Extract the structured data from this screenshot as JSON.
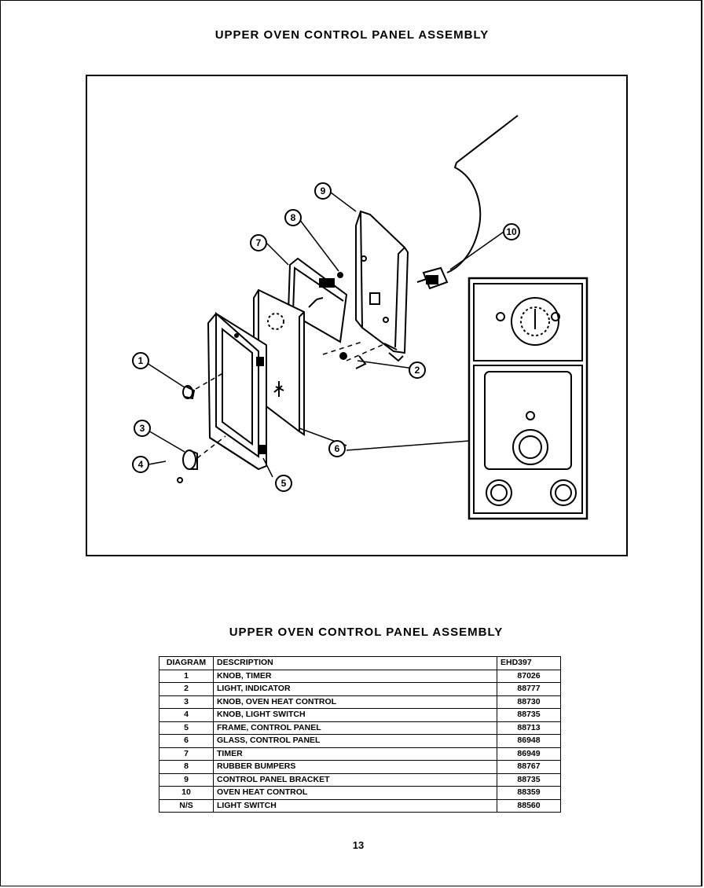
{
  "page": {
    "title": "UPPER OVEN CONTROL PANEL ASSEMBLY",
    "page_number": "13"
  },
  "diagram": {
    "callouts": [
      "1",
      "2",
      "3",
      "4",
      "5",
      "6",
      "7",
      "8",
      "9",
      "10"
    ]
  },
  "parts_table": {
    "title": "UPPER OVEN CONTROL PANEL ASSEMBLY",
    "headers": {
      "diagram": "DIAGRAM",
      "description": "DESCRIPTION",
      "model": "EHD397"
    },
    "rows": [
      {
        "diagram": "1",
        "description": "KNOB, TIMER",
        "part": "87026"
      },
      {
        "diagram": "2",
        "description": "LIGHT, INDICATOR",
        "part": "88777"
      },
      {
        "diagram": "3",
        "description": "KNOB, OVEN HEAT CONTROL",
        "part": "88730"
      },
      {
        "diagram": "4",
        "description": "KNOB, LIGHT SWITCH",
        "part": "88735"
      },
      {
        "diagram": "5",
        "description": "FRAME, CONTROL PANEL",
        "part": "88713"
      },
      {
        "diagram": "6",
        "description": "GLASS, CONTROL PANEL",
        "part": "86948"
      },
      {
        "diagram": "7",
        "description": "TIMER",
        "part": "86949"
      },
      {
        "diagram": "8",
        "description": "RUBBER BUMPERS",
        "part": "88767"
      },
      {
        "diagram": "9",
        "description": "CONTROL PANEL BRACKET",
        "part": "88735"
      },
      {
        "diagram": "10",
        "description": "OVEN HEAT CONTROL",
        "part": "88359"
      },
      {
        "diagram": "N/S",
        "description": "LIGHT SWITCH",
        "part": "88560"
      }
    ]
  }
}
